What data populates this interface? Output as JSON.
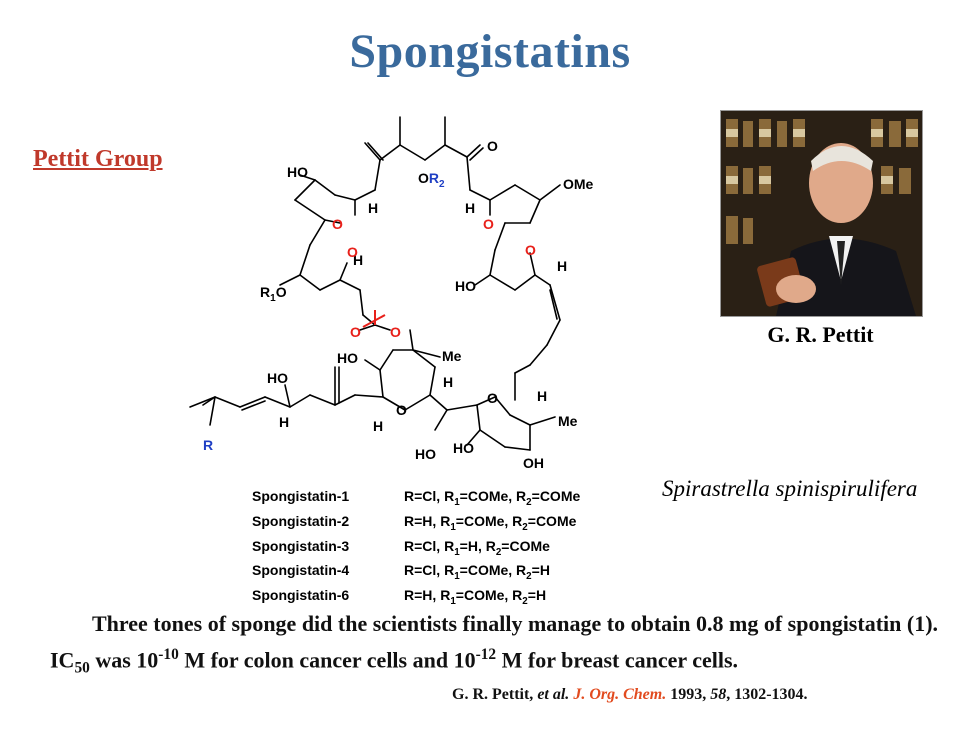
{
  "slide": {
    "title": "Spongistatins",
    "group_label": "Pettit Group",
    "photo_caption": "G. R. Pettit",
    "species": "Spirastrella spinispirulifera"
  },
  "structure_labels": {
    "ho_top": "HO",
    "or2_o": "O",
    "or2_r": "R",
    "or2_sub": "2",
    "ketone_o": "O",
    "ome": "OMe",
    "ring_o1": "O",
    "ring_o2": "O",
    "ring_o3": "O",
    "ring_o4": "O",
    "h1": "H",
    "h2": "H",
    "h3": "H",
    "h4": "H",
    "r1o_r": "R",
    "r1o_sub": "1",
    "r1o_o": "O",
    "ho_left": "HO",
    "ester_o1": "O",
    "ester_o2": "O",
    "ho_mid": "HO",
    "me1": "Me",
    "ho_chain": "HO",
    "h_chain": "H",
    "h5": "H",
    "ring_o5": "O",
    "h6": "H",
    "ring_o6": "O",
    "h7": "H",
    "me2": "Me",
    "ho_b1": "HO",
    "ho_b2": "HO",
    "oh_b": "OH",
    "r_group": "R"
  },
  "variants": [
    {
      "name": "Spongistatin-1",
      "r": "Cl",
      "r1": "COMe",
      "r2": "COMe"
    },
    {
      "name": "Spongistatin-2",
      "r": "H",
      "r1": "COMe",
      "r2": "COMe"
    },
    {
      "name": "Spongistatin-3",
      "r": "Cl",
      "r1": "H",
      "r2": "COMe"
    },
    {
      "name": "Spongistatin-4",
      "r": "Cl",
      "r1": "COMe",
      "r2": "H"
    },
    {
      "name": "Spongistatin-6",
      "r": "H",
      "r1": "COMe",
      "r2": "H"
    }
  ],
  "variant_text": {
    "r_prefix": "R=",
    "r1_prefix": ", R",
    "r1_sub": "1",
    "r2_prefix": ", R",
    "r2_sub": "2",
    "eq": "="
  },
  "paragraph": {
    "p1": "Three tones of sponge did the scientists finally manage to obtain 0.8 mg of spongistatin (1). IC",
    "ic_sub": "50",
    "p2": " was 10",
    "exp1": "-10",
    "p3": " M for colon cancer cells and 10",
    "exp2": "-12",
    "p4": " M for breast cancer cells."
  },
  "citation": {
    "authors": "G. R. Pettit, ",
    "etal": "et al.",
    "journal": "J. Org. Chem.",
    "year": " 1993, ",
    "volume": "58",
    "pages": ", 1302-1304."
  },
  "colors": {
    "title": "#3a6a9c",
    "accent_red": "#c0392b",
    "ring_red": "#e8201a",
    "label_blue": "#1f3fc4",
    "citation_red": "#e24b1f"
  }
}
